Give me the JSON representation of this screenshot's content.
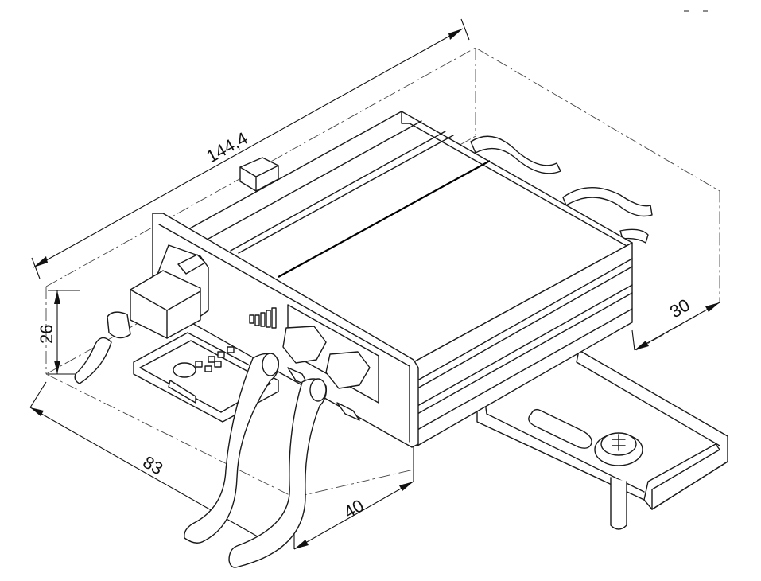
{
  "dimensions": {
    "length": "144,4",
    "height": "26",
    "width": "83",
    "depth_front": "40",
    "rail_offset": "30"
  }
}
